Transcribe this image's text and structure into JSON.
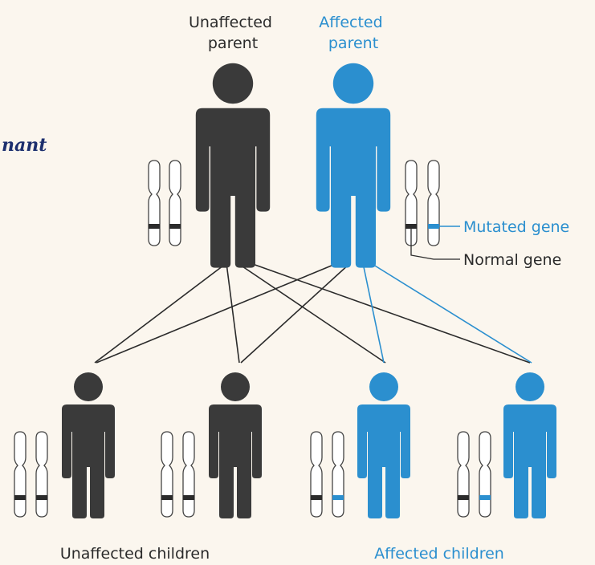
{
  "side_title": "nant",
  "parents": {
    "unaffected_label": [
      "Unaffected",
      "parent"
    ],
    "affected_label": [
      "Affected",
      "parent"
    ]
  },
  "gene_legend": {
    "mutated": "Mutated gene",
    "normal": "Normal gene"
  },
  "children_labels": {
    "unaffected": "Unaffected children",
    "affected": "Affected children"
  },
  "colors": {
    "unaffected": "#3a3a3a",
    "affected": "#2b8fcf",
    "background": "#fbf6ee"
  }
}
